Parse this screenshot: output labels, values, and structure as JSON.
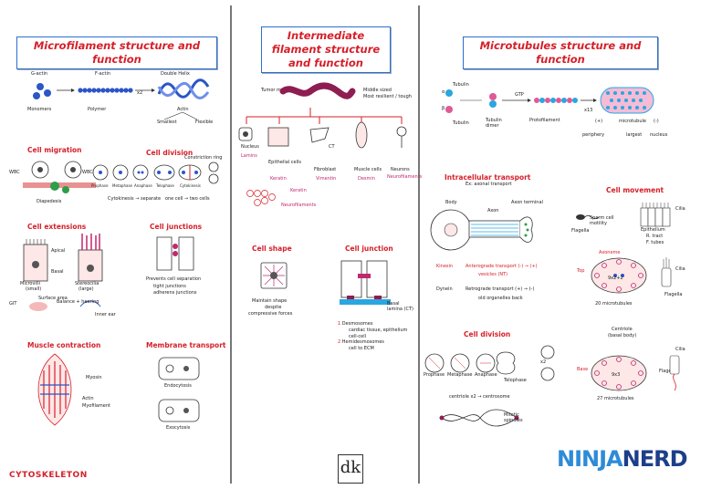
{
  "titles": {
    "microfilament": "Microfilament structure and function",
    "intermediate": "Intermediate filament structure and function",
    "microtubules": "Microtubules structure and function"
  },
  "microfilament": {
    "labels": {
      "g_actin": "G-actin",
      "f_actin": "F-actin",
      "double_helix": "Double Helix",
      "monomers": "Monomers",
      "polymer": "Polymer",
      "x2": "x2",
      "actin": "Actin",
      "smallest": "Smallest",
      "flexible": "Flexible"
    },
    "cell_migration": {
      "heading": "Cell migration",
      "wbc_left": "WBC",
      "wbc_right": "WBC",
      "diapedesis": "Diapedesis"
    },
    "cell_division": {
      "heading": "Cell division",
      "constriction_ring": "Constriction ring",
      "phases": [
        "Prophase",
        "Metaphase",
        "Anaphase",
        "Telophase",
        "Cytokinesis"
      ],
      "note_a": "Cytokinesis",
      "note_b": "separate",
      "note_c": "one cell",
      "note_d": "two cells"
    },
    "cell_extensions": {
      "heading": "Cell extensions",
      "apical": "Apical",
      "basal": "Basal",
      "microvilli": "Microvilli",
      "microvilli_sub": "(small)",
      "stereocilia": "Stereocilia",
      "stereocilia_sub": "(large)",
      "git": "GIT",
      "surface_area": "Surface area",
      "balance_hearing": "Balance + hearing",
      "inner_ear": "Inner ear"
    },
    "cell_junctions": {
      "heading": "Cell junctions",
      "prevents": "Prevents cell separation",
      "tight": "tight junctions",
      "adherens": "adherens junctions"
    },
    "muscle_contraction": {
      "heading": "Muscle contraction",
      "myosin": "Myosin",
      "actin": "Actin",
      "myofilament": "Myofilament"
    },
    "membrane_transport": {
      "heading": "Membrane transport",
      "endocytosis": "Endocytosis",
      "exocytosis": "Exocytosis"
    }
  },
  "intermediate": {
    "tumor_marker": "Tumor marker",
    "middle_sized": "Middle sized",
    "most_resilient": "Most resilient / tough",
    "types": [
      {
        "cell": "Nucleus",
        "protein": "Lamins"
      },
      {
        "cell": "Epithelial cells",
        "protein": "Keratin"
      },
      {
        "cell": "Fibroblast",
        "protein": "Vimentin"
      },
      {
        "cell": "Muscle cells",
        "protein": "Desmin"
      },
      {
        "cell": "Neurons",
        "protein": "Neurofilaments"
      }
    ],
    "keratin_label": "Keratin",
    "neurofilaments_label": "Neurofilaments",
    "ct_label": "CT",
    "cell_shape": {
      "heading": "Cell shape",
      "maintain": "Maintain shape",
      "despite": "despite",
      "compressive": "compressive forces"
    },
    "cell_junction": {
      "heading": "Cell junction",
      "basal_lamina": "Basal lamina (CT)",
      "items": [
        {
          "num": "1",
          "name": "Desmosomes",
          "detail1": "cardiac tissue, epithelium",
          "detail2": "cell-cell"
        },
        {
          "num": "2",
          "name": "Hemidesmosomes",
          "detail1": "cell to ECM",
          "detail2": ""
        }
      ]
    }
  },
  "microtubules": {
    "labels": {
      "alpha": "α",
      "beta": "β",
      "tubulin_alpha": "Tubulin",
      "tubulin_beta": "Tubulin",
      "tubulin_dimer": "Tubulin dimer",
      "gtp": "GTP",
      "protofilament": "Protofilament",
      "x13": "x13",
      "plus": "(+)",
      "periphery": "periphery",
      "microtubule": "microtubule",
      "largest": "largest",
      "minus": "(-)",
      "nucleus": "nucleus"
    },
    "intracellular_transport": {
      "heading": "Intracellular transport",
      "ex": "Ex: axonal transport",
      "body": "Body",
      "axon_terminal": "Axon terminal",
      "axon": "Axon",
      "kinesin": "Kinesin",
      "anterograde": "Anterograde transport (-) → (+)",
      "vesicles": "vesicles (NT)",
      "dynein": "Dynein",
      "retrograde": "Retrograde transport (+) → (-)",
      "old_organelles": "old organelles back"
    },
    "cell_movement": {
      "heading": "Cell movement",
      "sperm": "Sperm cell motility",
      "flagella": "Flagella",
      "cilia": "Cilia",
      "epithelium": "Epithelium",
      "r_tract": "R. tract",
      "f_tubes": "F. tubes"
    },
    "cell_division": {
      "heading": "Cell division",
      "phases": [
        "Prophase",
        "Metaphase",
        "Anaphase",
        "Telophase"
      ],
      "x2": "x2",
      "centriole": "centriole x2",
      "centrosome": "centrosome",
      "mitotic": "Mitotic spindles"
    },
    "axoneme": {
      "axoneme": "Axoneme",
      "top": "Top",
      "base": "Base",
      "n9x2": "9x2+2",
      "twenty": "20 microtubules",
      "centriole": "Centriole",
      "basal_body": "(basal body)",
      "n9x3": "9x3",
      "twentyseven": "27 microtubules",
      "cilia": "Cilia",
      "flagella": "Flagella",
      "cilia2": "Cilia",
      "flagella2": "Flagella"
    }
  },
  "footer": {
    "title": "CYTOSKELETON",
    "dk": "dk",
    "brand_a": "NINJA",
    "brand_b": "NERD"
  }
}
